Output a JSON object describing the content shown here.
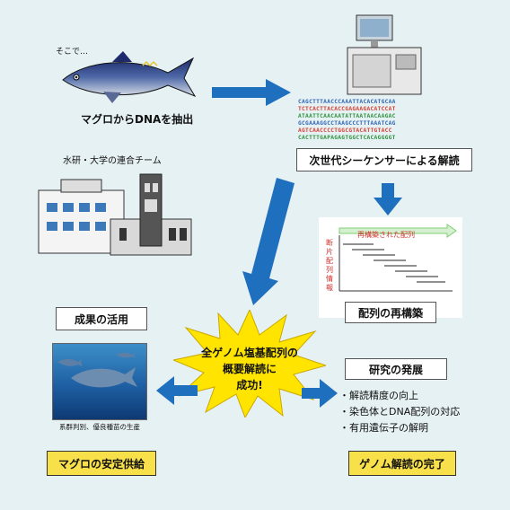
{
  "intro": "そこで…",
  "tuna_caption": "マグロからDNAを抽出",
  "team_caption": "水研・大学の連合チーム",
  "seq_lines": [
    "CAGCTTTAACCCAAATTACACATGCAA",
    "TCTCACTTACACCGAGAAGACATCCAT",
    "ATAATTCAACAATATTAATAACAAGAC",
    "GCGAAAGGCCTAAGCCCTTTAAATCAG",
    "AGTCAACCCCTGGCGTACATTGTACC",
    "CACTTTGAPAGAGTGGCTCACAGGGGT"
  ],
  "sequencer_label": "次世代シーケンサーによる解読",
  "reconstructed_label": "再構築された配列",
  "fragment_label": "断片配列情報",
  "reassembly_label": "配列の再構築",
  "burst_text": [
    "全ゲノム塩基配列の",
    "概要解読に",
    "成功!"
  ],
  "results_label": "成果の活用",
  "photo_caption": "系群判別、優良種苗の生産",
  "supply_label": "マグロの安定供給",
  "research_label": "研究の発展",
  "developments": [
    "・解読精度の向上",
    "・染色体とDNA配列の対応",
    "・有用遺伝子の解明"
  ],
  "complete_label": "ゲノム解読の完了",
  "colors": {
    "arrow": "#1f6fbf",
    "burst": "#ffe400",
    "yellow_box": "#f7e04a",
    "background": "#e6f1f3"
  }
}
